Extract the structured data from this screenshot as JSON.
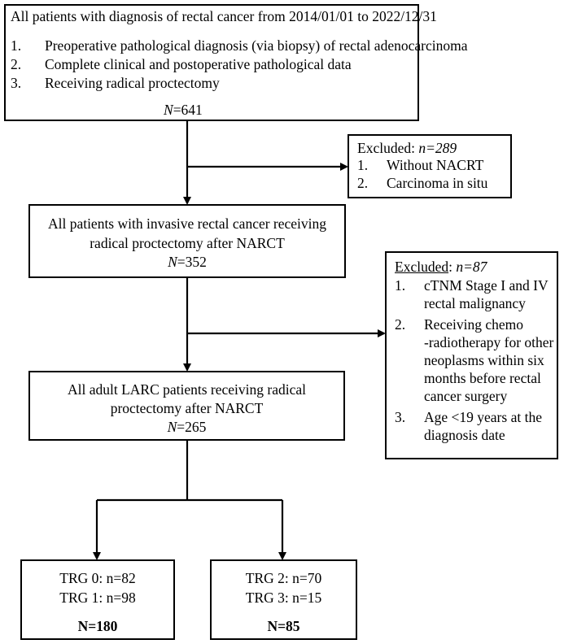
{
  "box1": {
    "title": "All patients with diagnosis of rectal cancer from 2014/01/01 to 2022/12/31",
    "items": [
      {
        "num": "1.",
        "text": "Preoperative pathological diagnosis (via biopsy) of rectal adenocarcinoma"
      },
      {
        "num": "2.",
        "text": "Complete clinical and postoperative pathological data"
      },
      {
        "num": "3.",
        "text": "Receiving radical proctectomy"
      }
    ],
    "n_label": "N",
    "n_value": "=641"
  },
  "excluded1": {
    "label": "Excluded: ",
    "n_text": "n=289",
    "items": [
      {
        "num": "1.",
        "text": "Without NACRT"
      },
      {
        "num": "2.",
        "text": "Carcinoma in situ"
      }
    ]
  },
  "box2": {
    "line1": "All patients with invasive rectal cancer receiving",
    "line2": "radical proctectomy after NARCT",
    "n_label": "N",
    "n_value": "=352"
  },
  "excluded2": {
    "label": "Excluded",
    "colon": ": ",
    "n_text": "n=87",
    "items": [
      {
        "num": "1.",
        "lines": [
          "cTNM Stage I and IV",
          "rectal malignancy"
        ]
      },
      {
        "num": "2.",
        "lines": [
          "Receiving chemo",
          "-radiotherapy for other",
          "neoplasms within six",
          "months before rectal",
          "cancer surgery"
        ]
      },
      {
        "num": "3.",
        "lines": [
          "Age <19 years at the",
          "diagnosis date"
        ]
      }
    ]
  },
  "box3": {
    "line1": "All adult LARC patients receiving radical",
    "line2": "proctectomy after NARCT",
    "n_label": "N",
    "n_value": "=265"
  },
  "box4": {
    "line1": "TRG 0: n=82",
    "line2": "TRG 1: n=98",
    "total": "N=180"
  },
  "box5": {
    "line1": "TRG 2: n=70",
    "line2": "TRG 3: n=15",
    "total": "N=85"
  }
}
